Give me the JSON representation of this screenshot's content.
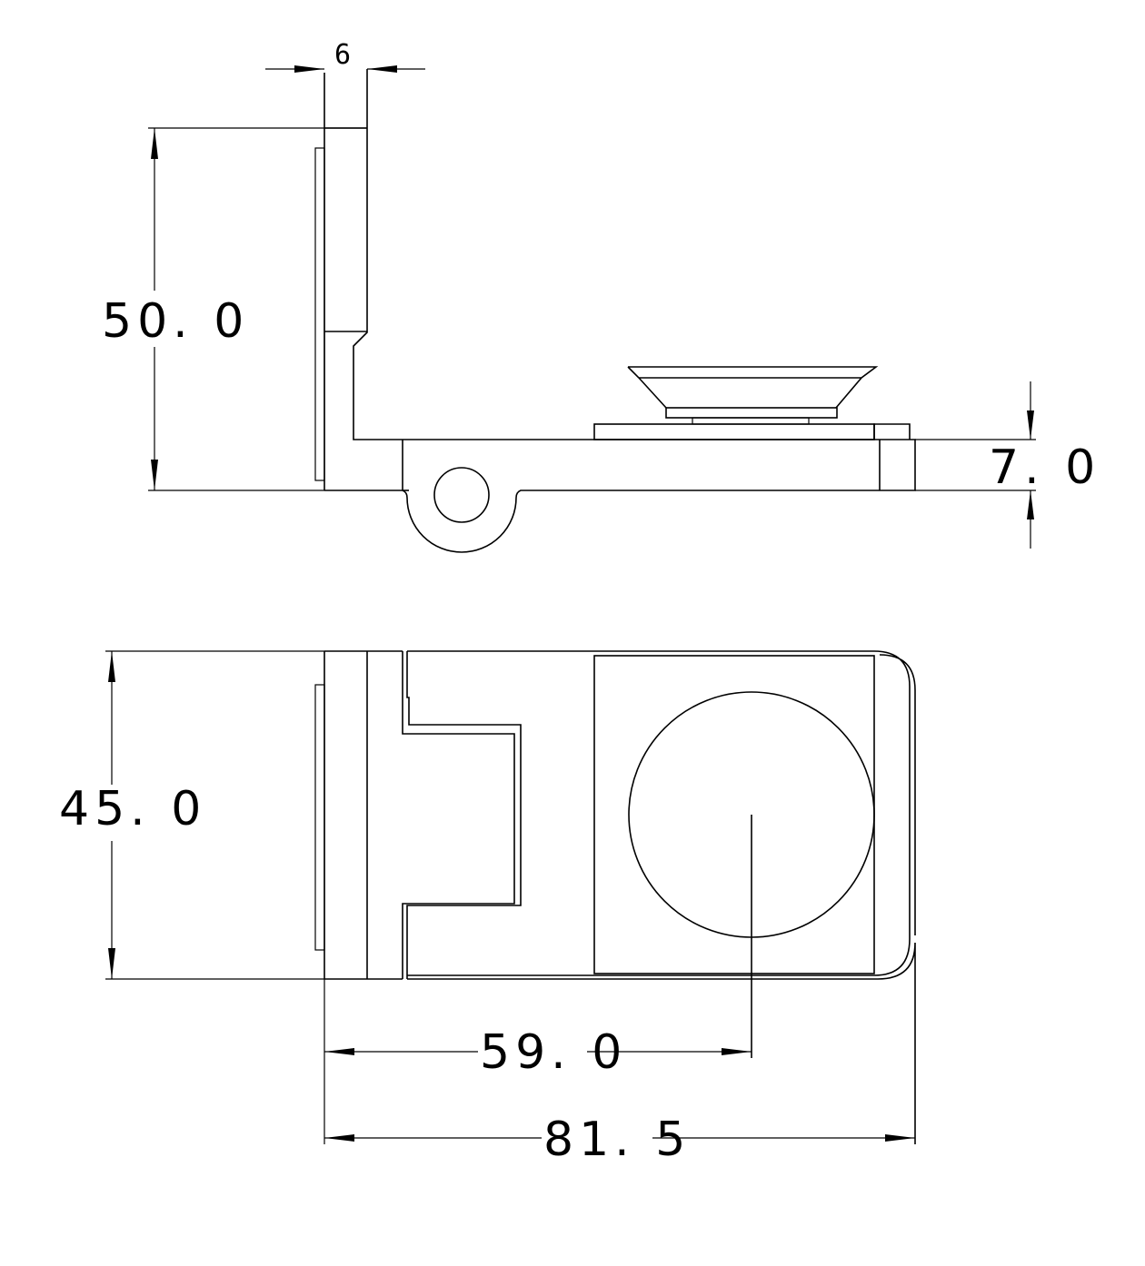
{
  "dimensions": {
    "height": "50. 0",
    "thickness": "7. 0",
    "gap": "6",
    "width": "45. 0",
    "center": "59. 0",
    "length": "81. 5"
  },
  "colors": {
    "line": "#000000",
    "background": "#ffffff"
  }
}
